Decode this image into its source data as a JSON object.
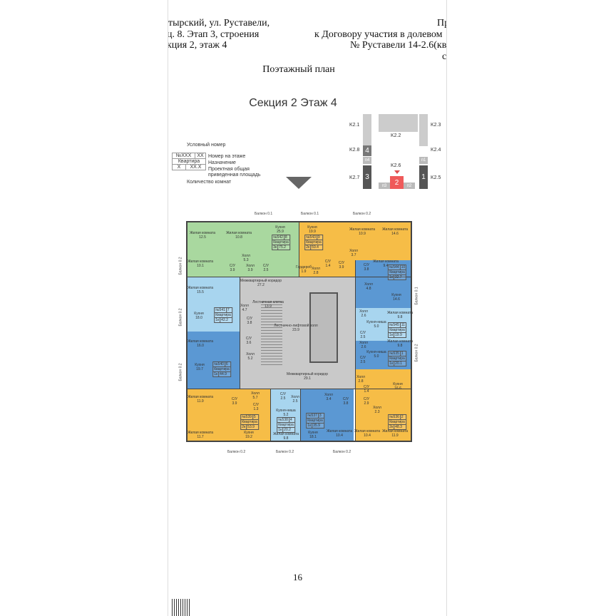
{
  "header": {
    "left_lines": [
      "тырский, ул. Руставели,",
      "ц. 8. Этап 3, строения",
      "кция 2, этаж 4"
    ],
    "right_lines": [
      "Пр",
      "к Договору участия в долевом",
      "№ Руставели 14-2.6(кв",
      "с"
    ]
  },
  "title": "Поэтажный план",
  "plan_title": "Секция 2 Этаж 4",
  "legend": {
    "conditional_number": "Условный номер",
    "cell_no": "№XXX",
    "cell_floor": "XX",
    "cell_purpose": "Квартира",
    "cell_rooms": "X",
    "cell_area": "XX.X",
    "floor_number": "Номер на этаже",
    "purpose": "Назначение",
    "area_line1": "Проектная общая",
    "area_line2": "приведенная площадь",
    "room_count": "Количество комнат"
  },
  "key_plan": {
    "labels": [
      "K2.1",
      "K2.2",
      "K2.3",
      "K2.8",
      "K2.4",
      "K2.6",
      "K2.7",
      "K2.5"
    ],
    "blocks": [
      "4",
      "3",
      "1",
      "2"
    ],
    "entrances": [
      "п4",
      "п1",
      "п3",
      "п2"
    ],
    "highlight_color": "#ef5a5a"
  },
  "colors": {
    "green": "#a9d89f",
    "orange": "#f6bd47",
    "blue": "#5b98d3",
    "light_blue": "#a8d5ef",
    "core": "#c9c9c9"
  },
  "rooms": [
    [
      "Жилая комната",
      "12.5"
    ],
    [
      "Жилая комната",
      "10.8"
    ],
    [
      "Кухня",
      "25.9"
    ],
    [
      "Холл",
      "5.3"
    ],
    [
      "С/У",
      "3.9"
    ],
    [
      "Холл",
      "3.9"
    ],
    [
      "С/У",
      "2.5"
    ],
    [
      "Жилая комната",
      "10.1"
    ],
    [
      "Жилая комната",
      "15.5"
    ],
    [
      "Холл",
      "4.7"
    ],
    [
      "Кухня",
      "18.0"
    ],
    [
      "С/У",
      "3.8"
    ],
    [
      "Кухня",
      "19.9"
    ],
    [
      "Жилая комната",
      "10.9"
    ],
    [
      "Жилая комната",
      "14.6"
    ],
    [
      "Холл",
      "3.7"
    ],
    [
      "Гардероб",
      "1.9"
    ],
    [
      "Холл",
      "2.8"
    ],
    [
      "С/У",
      "1.4"
    ],
    [
      "С/У",
      "3.9"
    ],
    [
      "С/У",
      "3.8"
    ],
    [
      "Жилая комната",
      "9.4"
    ],
    [
      "Холл",
      "4.8"
    ],
    [
      "Кухня",
      "14.6"
    ],
    [
      "Холл",
      "2.6"
    ],
    [
      "Кухня-ниша",
      "5.0"
    ],
    [
      "Жилая комната",
      "9.8"
    ],
    [
      "С/У",
      "2.5"
    ],
    [
      "Холл",
      "2.6"
    ],
    [
      "Кухня-ниша",
      "5.0"
    ],
    [
      "Жилая комната",
      "9.8"
    ],
    [
      "С/У",
      "2.5"
    ],
    [
      "Холл",
      "2.8"
    ],
    [
      "С/У",
      "1.4"
    ],
    [
      "Кухня",
      "16.6"
    ],
    [
      "С/У",
      "2.9"
    ],
    [
      "Холл",
      "2.3"
    ],
    [
      "Жилая комната",
      "10.4"
    ],
    [
      "Жилая комната",
      "11.9"
    ],
    [
      "Холл",
      "3.4"
    ],
    [
      "С/У",
      "3.8"
    ],
    [
      "Кухня",
      "18.1"
    ],
    [
      "Жилая комната",
      "10.4"
    ],
    [
      "С/У",
      "2.5"
    ],
    [
      "Холл",
      "2.5"
    ],
    [
      "Кухня-ниша",
      "5.2"
    ],
    [
      "Жилая комната",
      "9.8"
    ],
    [
      "Жилая комната",
      "11.9"
    ],
    [
      "С/У",
      "3.9"
    ],
    [
      "Холл",
      "5.7"
    ],
    [
      "С/У",
      "1.3"
    ],
    [
      "Жилая комната",
      "11.7"
    ],
    [
      "Кухня",
      "19.2"
    ],
    [
      "Жилая комната",
      "16.0"
    ],
    [
      "С/У",
      "3.6"
    ],
    [
      "Холл",
      "5.2"
    ],
    [
      "Кухня",
      "19.7"
    ],
    [
      "Межквартирный коридор",
      "27.2"
    ],
    [
      "Лестничная клетка",
      "13.9"
    ],
    [
      "Лестнично-лифтовой холл",
      "23.9"
    ],
    [
      "Межквартирный коридор",
      "29.1"
    ]
  ],
  "apartments": [
    {
      "no": "№542",
      "floor_no": "8",
      "purpose": "Квартира",
      "rooms": "3к",
      "area": "75.2"
    },
    {
      "no": "№543",
      "floor_no": "9",
      "purpose": "Квартира",
      "rooms": "2к",
      "area": "59.4"
    },
    {
      "no": "№544",
      "floor_no": "10",
      "purpose": "Квартира",
      "rooms": "1к",
      "area": "32.7"
    },
    {
      "no": "№545",
      "floor_no": "11",
      "purpose": "Квартира",
      "rooms": "1к",
      "area": "19.9"
    },
    {
      "no": "№535",
      "floor_no": "1",
      "purpose": "Квартира",
      "rooms": "1к",
      "area": "20.1"
    },
    {
      "no": "№536",
      "floor_no": "2",
      "purpose": "Квартира",
      "rooms": "2к",
      "area": "48.3"
    },
    {
      "no": "№537",
      "floor_no": "3",
      "purpose": "Квартира",
      "rooms": "1к",
      "area": "35.9"
    },
    {
      "no": "№538",
      "floor_no": "4",
      "purpose": "Квартира",
      "rooms": "1к",
      "area": "20.2"
    },
    {
      "no": "№539",
      "floor_no": "5",
      "purpose": "Квартира",
      "rooms": "2к",
      "area": "53.9"
    },
    {
      "no": "№540",
      "floor_no": "6",
      "purpose": "Квартира",
      "rooms": "1к",
      "area": "44.9"
    },
    {
      "no": "№541",
      "floor_no": "7",
      "purpose": "Квартира",
      "rooms": "1к",
      "area": "42.2"
    }
  ],
  "balconies": [
    "Балкон 0.1",
    "Балкон 0.1",
    "Балкон 0.2",
    "Балкон 0.2",
    "Балкон 0.2",
    "Балкон 0.2",
    "Балкон 0.1",
    "Балкон 0.2",
    "Балкон 0.2",
    "Балкон 0.2",
    "Балкон 0.2"
  ],
  "page_number": "16"
}
